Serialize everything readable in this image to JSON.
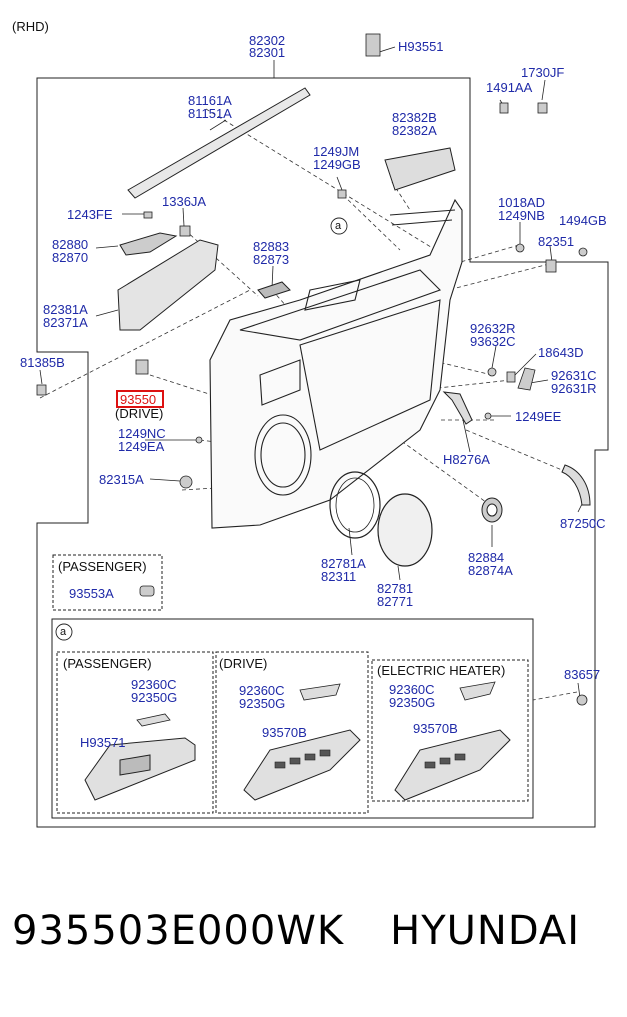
{
  "note": "(RHD)",
  "callout_a": "a",
  "parts": {
    "p82302": "82302",
    "p82301": "82301",
    "h93551": "H93551",
    "p1730jf": "1730JF",
    "p1491aa": "1491AA",
    "p81161a": "81161A",
    "p81151a": "81151A",
    "p82382b": "82382B",
    "p82382a": "82382A",
    "p1249jm": "1249JM",
    "p1249gb": "1249GB",
    "p1018ad": "1018AD",
    "p1249nb": "1249NB",
    "p1494gb": "1494GB",
    "p1243fe": "1243FE",
    "p1336ja": "1336JA",
    "p82351": "82351",
    "p82880": "82880",
    "p82870": "82870",
    "p82883": "82883",
    "p82873": "82873",
    "p82381a": "82381A",
    "p82371a": "82371A",
    "p92632r": "92632R",
    "p93632c": "93632C",
    "p18643d": "18643D",
    "p81385b": "81385B",
    "p92631c": "92631C",
    "p92631r": "92631R",
    "p93550": "93550",
    "drive": "(DRIVE)",
    "p1249ee": "1249EE",
    "p1249nc": "1249NC",
    "p1249ea": "1249EA",
    "h8276a": "H8276A",
    "p82315a": "82315A",
    "p87250c": "87250C",
    "passenger_top": "(PASSENGER)",
    "p93553a": "93553A",
    "p82781a": "82781A",
    "p82311": "82311",
    "p82781": "82781",
    "p82771": "82771",
    "p82884": "82884",
    "p82874a": "82874A"
  },
  "detail": {
    "passenger": "(PASSENGER)",
    "drive": "(DRIVE)",
    "heater": "(ELECTRIC HEATER)",
    "p83657": "83657",
    "pa_92360c": "92360C",
    "pa_92350g": "92350G",
    "pa_h93571": "H93571",
    "dr_92360c": "92360C",
    "dr_92350g": "92350G",
    "dr_93570b": "93570B",
    "eh_92360c": "92360C",
    "eh_92350g": "92350G",
    "eh_93570b": "93570B"
  },
  "caption": {
    "part_number": "935503E000WK",
    "brand": "HYUNDAI"
  }
}
